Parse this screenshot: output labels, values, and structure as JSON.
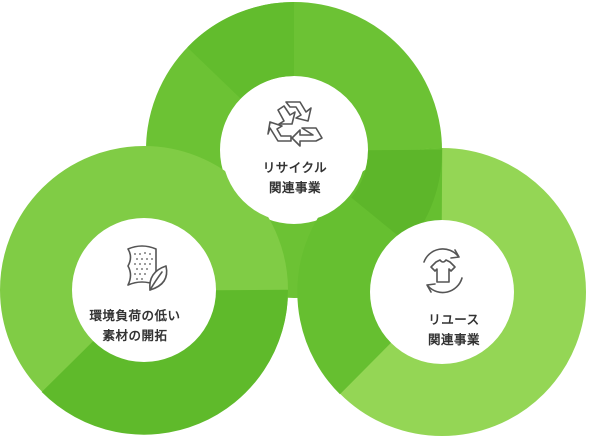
{
  "colors": {
    "ring_dark": "#5dbb2a",
    "ring_mid": "#72c93a",
    "ring_light": "#8fd450",
    "center_fill": "#ffffff",
    "icon_stroke": "#555555",
    "text": "#333333"
  },
  "nodes": [
    {
      "id": "recycle",
      "icon": "recycle-icon",
      "lines": [
        "リサイクル",
        "関連事業"
      ]
    },
    {
      "id": "low-impact",
      "icon": "fabric-leaf-icon",
      "lines": [
        "環境負荷の低い",
        "素材の開拓"
      ]
    },
    {
      "id": "reuse",
      "icon": "reuse-shirt-icon",
      "lines": [
        "リユース",
        "関連事業"
      ]
    }
  ]
}
